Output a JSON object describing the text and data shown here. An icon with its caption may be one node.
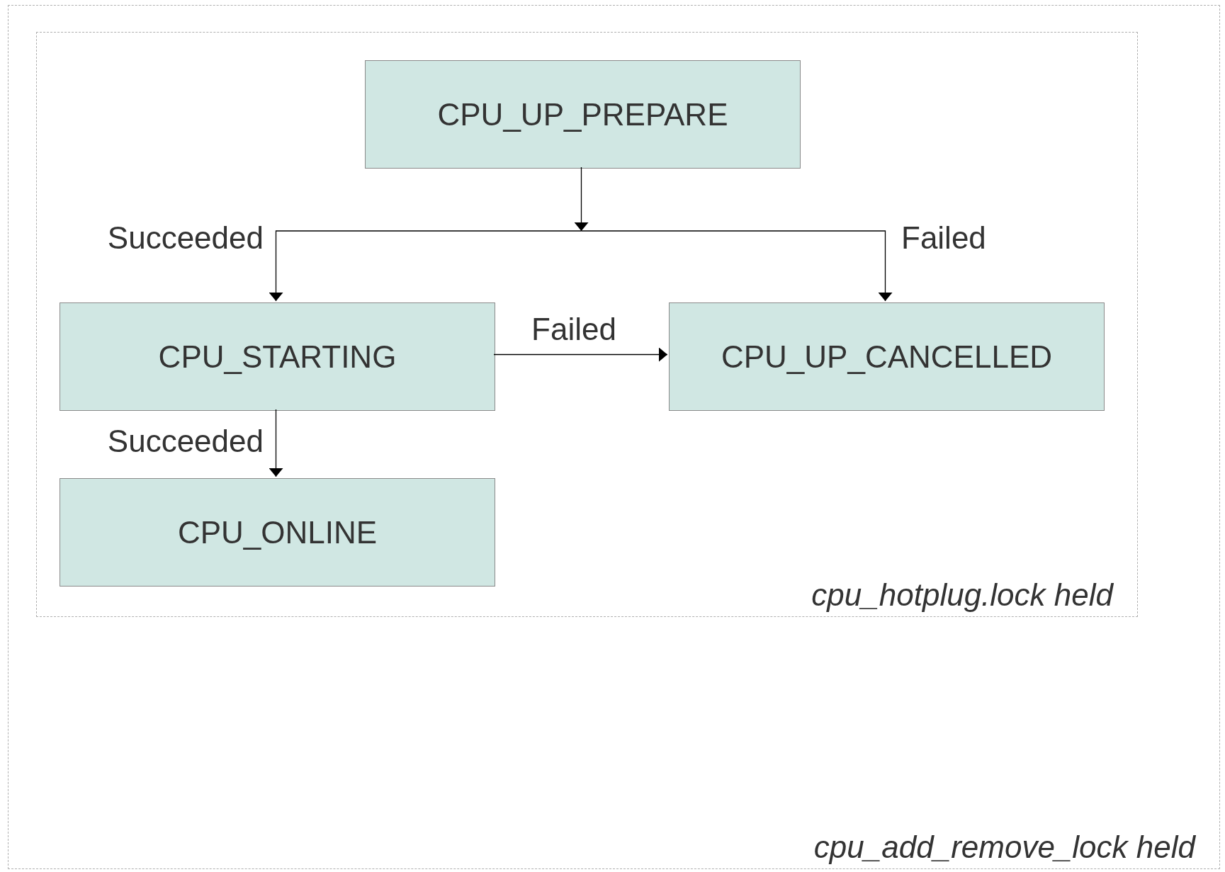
{
  "diagram": {
    "nodes": [
      {
        "text": [
          "cpu_add_remove_lock held"
        ]
      },
      {
        "text": [
          "cpu_hotplug.lock held"
        ],
        "in": 0
      },
      {
        "text": [
          "CPU_UP_PREPARE"
        ],
        "in": 1
      },
      {
        "text": [
          "CPU_STARTING"
        ],
        "in": 1
      },
      {
        "text": [
          "CPU_UP_CANCELLED"
        ],
        "in": 1
      },
      {
        "text": [
          "CPU_ONLINE"
        ],
        "in": 1
      }
    ],
    "edges": [
      {
        "from": 2,
        "to": 3,
        "arrow": "to",
        "label": "Succeeded"
      },
      {
        "from": 2,
        "to": 4,
        "arrow": "to",
        "label": "Failed"
      },
      {
        "from": 3,
        "to": 4,
        "arrow": "to",
        "label": "Failed"
      },
      {
        "from": 3,
        "to": 5,
        "arrow": "to",
        "label": "Succeeded"
      }
    ]
  }
}
